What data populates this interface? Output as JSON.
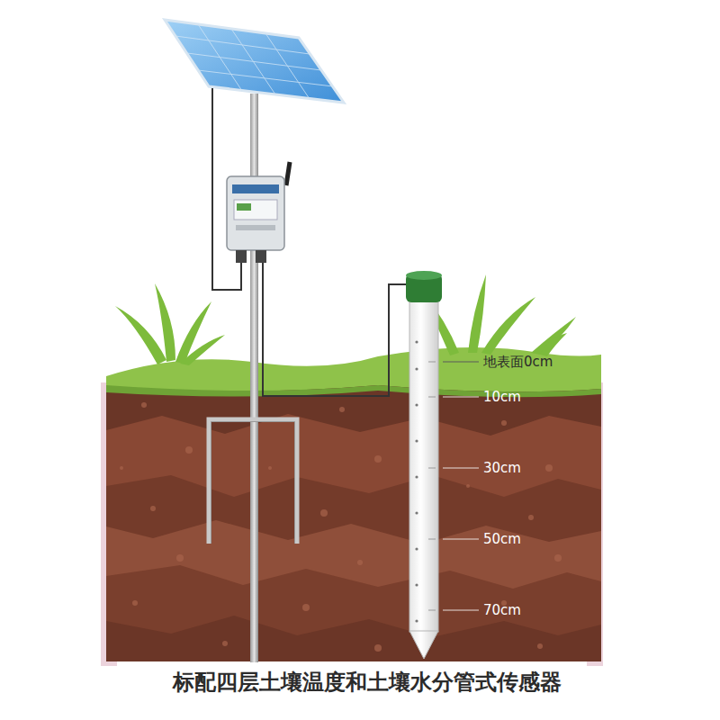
{
  "diagram": {
    "caption": "标配四层土壤温度和土壤水分管式传感器",
    "labels": [
      "地表面0cm",
      "10cm",
      "30cm",
      "50cm",
      "70cm"
    ]
  }
}
